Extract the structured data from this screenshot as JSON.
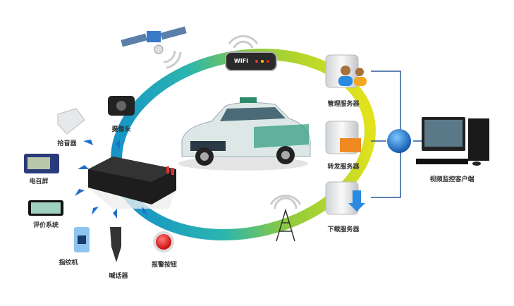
{
  "devices": {
    "camera": "摄像头",
    "microphone": "拾音器",
    "dispatch_screen": "电召屏",
    "rating_system": "评价系统",
    "fingerprint": "指纹机",
    "loudspeaker": "喊话器",
    "alarm_button": "报警按钮"
  },
  "router_label": "WIFI",
  "servers": {
    "management": "管理服务器",
    "forwarding": "转发服务器",
    "download": "下载服务器"
  },
  "client": "视频监控客户端",
  "colors": {
    "ring_blue": "#1fa3d0",
    "ring_green": "#7cc242",
    "ring_yellow": "#d8e020",
    "line": "#2a5a9a"
  }
}
